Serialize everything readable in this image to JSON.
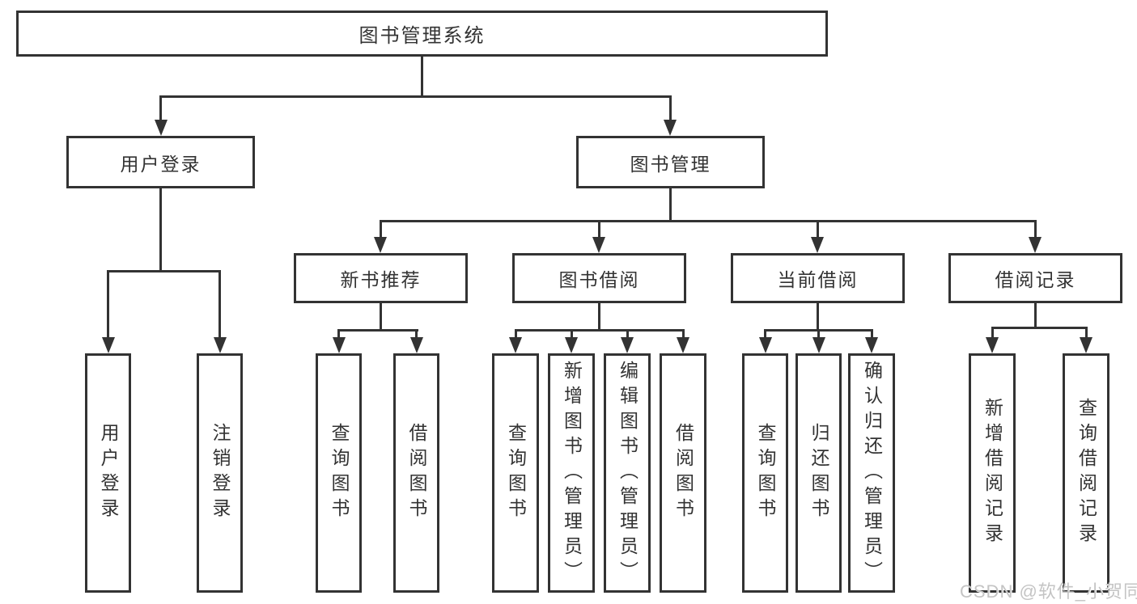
{
  "tree": {
    "root": "图书管理系统",
    "branches": [
      {
        "label": "用户登录",
        "children": [
          "用户登录",
          "注销登录"
        ]
      },
      {
        "label": "图书管理",
        "groups": [
          {
            "label": "新书推荐",
            "children": [
              "查询图书",
              "借阅图书"
            ]
          },
          {
            "label": "图书借阅",
            "children": [
              "查询图书",
              "新增图书（管理员）",
              "编辑图书（管理员）",
              "借阅图书"
            ]
          },
          {
            "label": "当前借阅",
            "children": [
              "查询图书",
              "归还图书",
              "确认归还（管理员）"
            ]
          },
          {
            "label": "借阅记录",
            "children": [
              "新增借阅记录",
              "查询借阅记录"
            ]
          }
        ]
      }
    ]
  },
  "watermark": {
    "text": "CSDN @软件_小贺同学"
  },
  "colors": {
    "line": "#333333",
    "text": "#333333",
    "watermark": "#c4c4c4",
    "background": "#ffffff"
  }
}
